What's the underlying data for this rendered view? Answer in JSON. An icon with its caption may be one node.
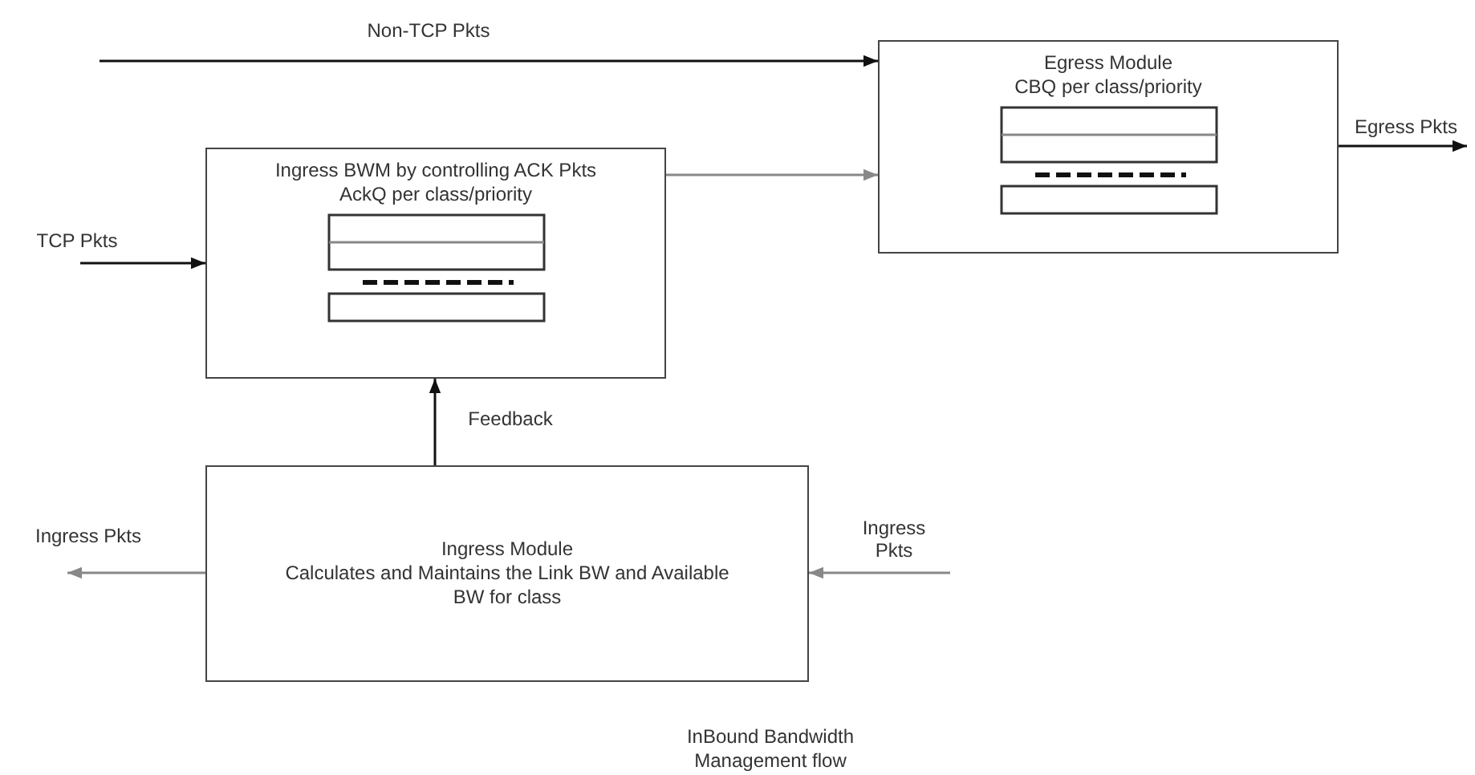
{
  "diagram": {
    "nodes": [
      {
        "text": [
          "Ingress BWM by controlling ACK Pkts",
          "AckQ per class/priority"
        ]
      },
      {
        "text": [
          "Egress Module",
          "CBQ per class/priority"
        ]
      },
      {
        "text": [
          "Ingress Module",
          "Calculates and Maintains the Link BW and Available BW for class"
        ]
      }
    ],
    "edges": [
      {
        "from": null,
        "to": 1,
        "arrow": "to",
        "label": "Non-TCP Pkts"
      },
      {
        "from": 0,
        "to": 1,
        "arrow": "to",
        "color": "#888888"
      },
      {
        "from": null,
        "to": 0,
        "arrow": "to",
        "label": "TCP Pkts"
      },
      {
        "from": 1,
        "to": null,
        "arrow": "to",
        "label": "Egress Pkts"
      },
      {
        "from": 2,
        "to": 0,
        "arrow": "to",
        "label": "Feedback"
      },
      {
        "from": 2,
        "to": null,
        "arrow": "to",
        "label": "Ingress Pkts",
        "color": "#888888"
      },
      {
        "from": null,
        "to": 2,
        "arrow": "to",
        "label": "Ingress Pkts",
        "color": "#888888"
      }
    ],
    "labels": [
      "InBound Bandwidth Management flow"
    ]
  }
}
